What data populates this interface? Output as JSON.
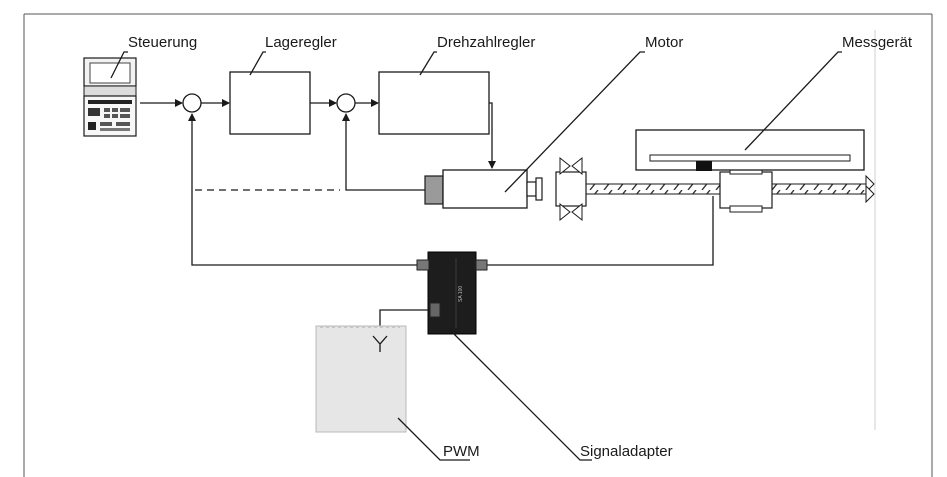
{
  "labels": {
    "steuerung": "Steuerung",
    "lageregler": "Lageregler",
    "drehzahlregler": "Drehzahlregler",
    "motor": "Motor",
    "messgeraet": "Messgerät",
    "pwm": "PWM",
    "signaladapter": "Signaladapter",
    "adapter_marking": "SA 100"
  }
}
